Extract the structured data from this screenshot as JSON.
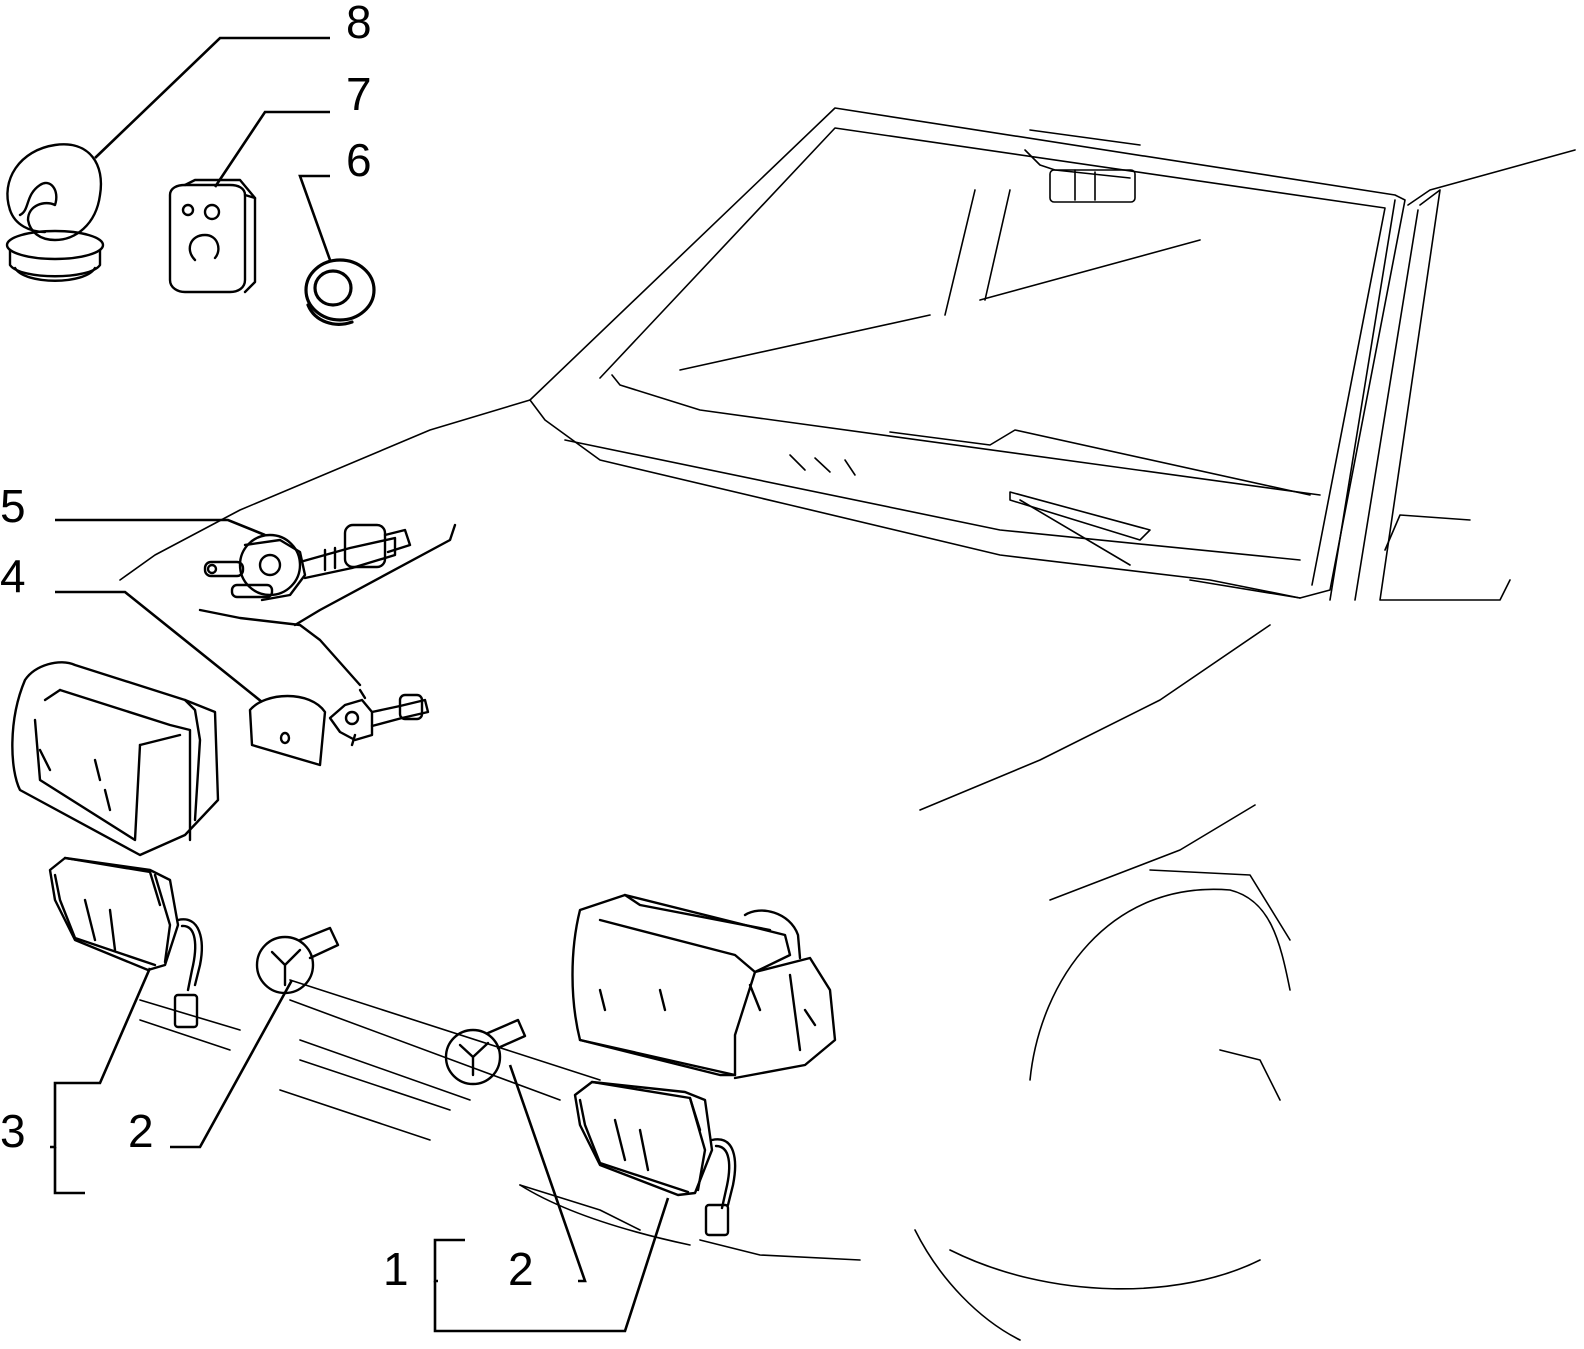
{
  "callouts": {
    "c8": "8",
    "c7": "7",
    "c6": "6",
    "c5": "5",
    "c4": "4",
    "c3": "3",
    "c2a": "2",
    "c2b": "2",
    "c1": "1"
  },
  "colors": {
    "line": "#000000",
    "background": "#ffffff"
  }
}
